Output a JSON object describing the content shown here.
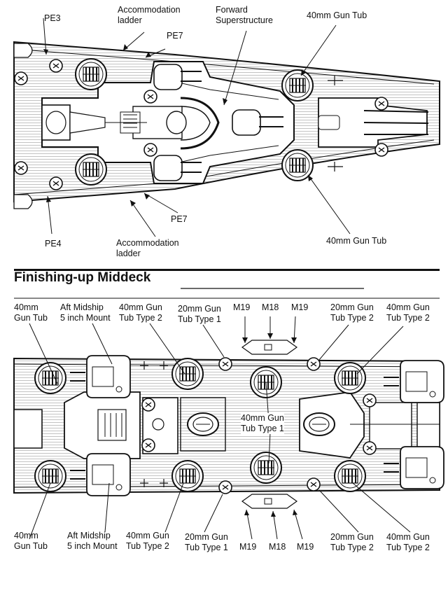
{
  "top": {
    "labels": {
      "pe3": "PE3",
      "accommodation_ladder_top": "Accommodation\nladder",
      "forward_superstructure": "Forward\nSuperstructure",
      "gun_tub_40mm_top": "40mm Gun Tub",
      "pe7_top": "PE7",
      "pe7_bottom": "PE7",
      "pe4": "PE4",
      "accommodation_ladder_bottom": "Accommodation\nladder",
      "gun_tub_40mm_bottom": "40mm Gun Tub"
    }
  },
  "section": {
    "title": "Finishing-up Middeck"
  },
  "middeck": {
    "top_labels": {
      "gun_tub_40mm": "40mm\nGun Tub",
      "aft_midship_mount": "Aft Midship\n5 inch Mount",
      "gun_tub_type2_a": "40mm Gun\nTub Type 2",
      "gun_tub_20mm_type1": "20mm Gun\nTub Type 1",
      "m19_a": "M19",
      "m18": "M18",
      "m19_b": "M19",
      "gun_tub_20mm_type2": "20mm Gun\nTub Type 2",
      "gun_tub_40mm_type2_b": "40mm Gun\nTub Type 2"
    },
    "center_label": "40mm Gun\nTub Type 1",
    "bottom_labels": {
      "gun_tub_40mm": "40mm\nGun Tub",
      "aft_midship_mount": "Aft Midship\n5 inch Mount",
      "gun_tub_type2_a": "40mm Gun\nTub Type 2",
      "gun_tub_20mm_type1": "20mm Gun\nTub Type 1",
      "m19_a": "M19",
      "m18": "M18",
      "m19_b": "M19",
      "gun_tub_20mm_type2": "20mm Gun\nTub Type 2",
      "gun_tub_40mm_type2_b": "40mm Gun\nTub Type 2"
    }
  }
}
